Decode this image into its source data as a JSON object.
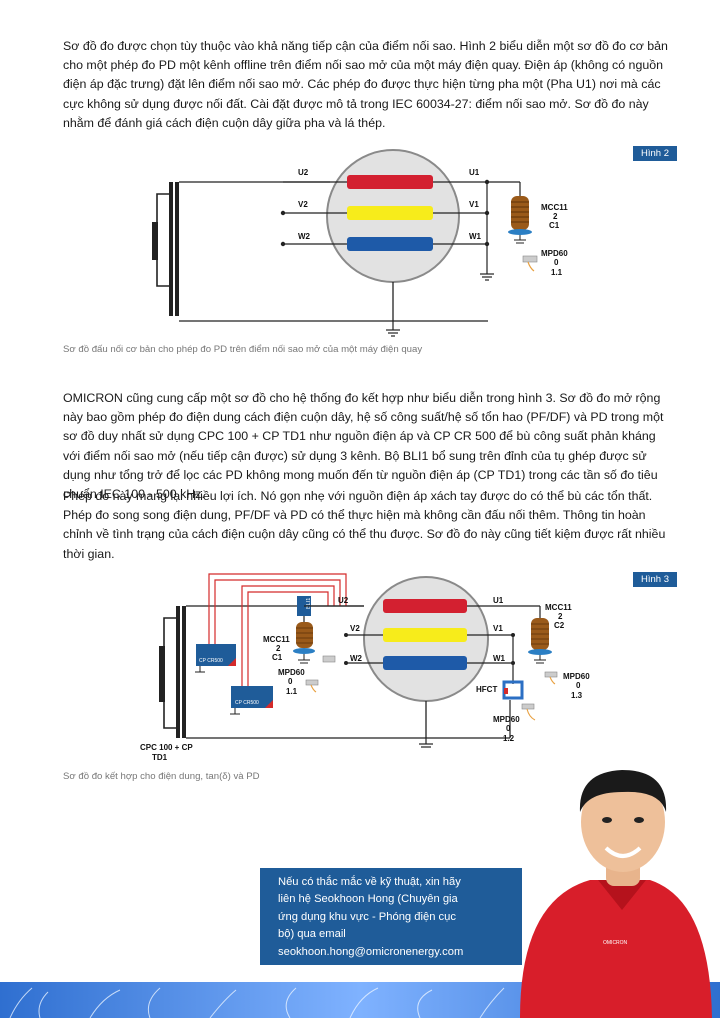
{
  "paragraphs": {
    "p1": "Sơ đồ đo được chọn tùy thuộc vào khả năng tiếp cận của điểm nối sao. Hình 2 biểu diễn một sơ đồ đo cơ bản cho một phép đo PD một kênh offline trên điểm nối sao mở của một máy điện quay. Điện áp (không có nguồn điện áp đặc trưng) đặt lên điểm nối sao mở. Các phép đo được thực hiện từng pha một (Pha U1) nơi mà các cực không sử dụng được nối đất. Cài đặt được mô tả trong IEC 60034-27: điểm nối sao mở. Sơ đồ đo này nhằm để đánh giá cách điện cuộn dây giữa pha và lá thép.",
    "p2": "OMICRON cũng cung cấp một sơ đồ cho hệ thống đo kết hợp như biểu diễn trong hình 3. Sơ đồ đo mở rộng này bao gồm phép đo điện dung cách điện cuộn dây, hệ số công suất/hệ số tổn hao (PF/DF) và PD trong một sơ đồ duy nhất sử dụng CPC 100 + CP TD1 như nguồn điện áp và CP CR 500 để bù công suất phản kháng với điểm nối sao mở (nếu tiếp cận được) sử dụng 3 kênh. Bộ BLI1 bổ sung trên đỉnh của tụ ghép được sử dụng như tổng trở để lọc các PD không mong muốn đến từ nguồn điện áp (CP TD1) trong các tần số đo tiêu chuẩn IEC 100 - 500 kHz.",
    "p3": "Phép đo này mang lại nhiều lợi ích. Nó gọn nhẹ với nguồn điện áp xách tay được do có thể bù các tổn thất. Phép đo song song điện dung, PF/DF và PD có thể thực hiện mà không cần đấu nối thêm. Thông tin hoàn chỉnh về tình trạng của cách điện cuộn dây cũng có thể thu được. Sơ đồ đo này cũng tiết kiệm được rất nhiều thời gian."
  },
  "figure2": {
    "label": "Hình 2",
    "caption": "Sơ đồ đấu nối cơ bản cho phép đo PD trên điểm nối sao mở của một máy điện quay",
    "terminals": {
      "u2": "U2",
      "v2": "V2",
      "w2": "W2",
      "u1": "U1",
      "v1": "V1",
      "w1": "W1"
    },
    "mcc": [
      "MCC11",
      "2",
      "C1"
    ],
    "mpd": [
      "MPD60",
      "0",
      "1.1"
    ]
  },
  "figure3": {
    "label": "Hình 3",
    "caption": "Sơ đồ đo kết hợp cho điện dung, tan(δ) và PD",
    "terminals": {
      "u2": "U2",
      "v2": "V2",
      "w2": "W2",
      "u1": "U1",
      "v1": "V1",
      "w1": "W1"
    },
    "bli": "BLI1",
    "cr1": "CP CR500",
    "cr2": "CP CR500",
    "mcc_left": [
      "MCC11",
      "2",
      "C1"
    ],
    "mcc_right": [
      "MCC11",
      "2",
      "C2"
    ],
    "mpd_left": [
      "MPD60",
      "0",
      "1.1"
    ],
    "mpd_right": [
      "MPD60",
      "0",
      "1.3"
    ],
    "mpd_bottom": [
      "MPD60",
      "0",
      "1.2"
    ],
    "hfct": "HFCT",
    "source": [
      "CPC 100 + CP",
      "TD1"
    ]
  },
  "contact": {
    "lines": [
      "Nếu có thắc mắc về kỹ thuật, xin hãy",
      "liên hệ Seokhoon Hong (Chuyên gia",
      "ứng dụng khu vực - Phóng điện cục",
      "bộ) qua email",
      "seokhoon.hong@omicronenergy.com"
    ],
    "shirt_logo": "OMICRON"
  },
  "colors": {
    "accent": "#1f5c99",
    "bar_red": "#d32030",
    "bar_yellow": "#f7ec1b",
    "bar_blue": "#1e5aa8",
    "wire_red": "#d42a2a",
    "coil": "#9a5a1a"
  }
}
